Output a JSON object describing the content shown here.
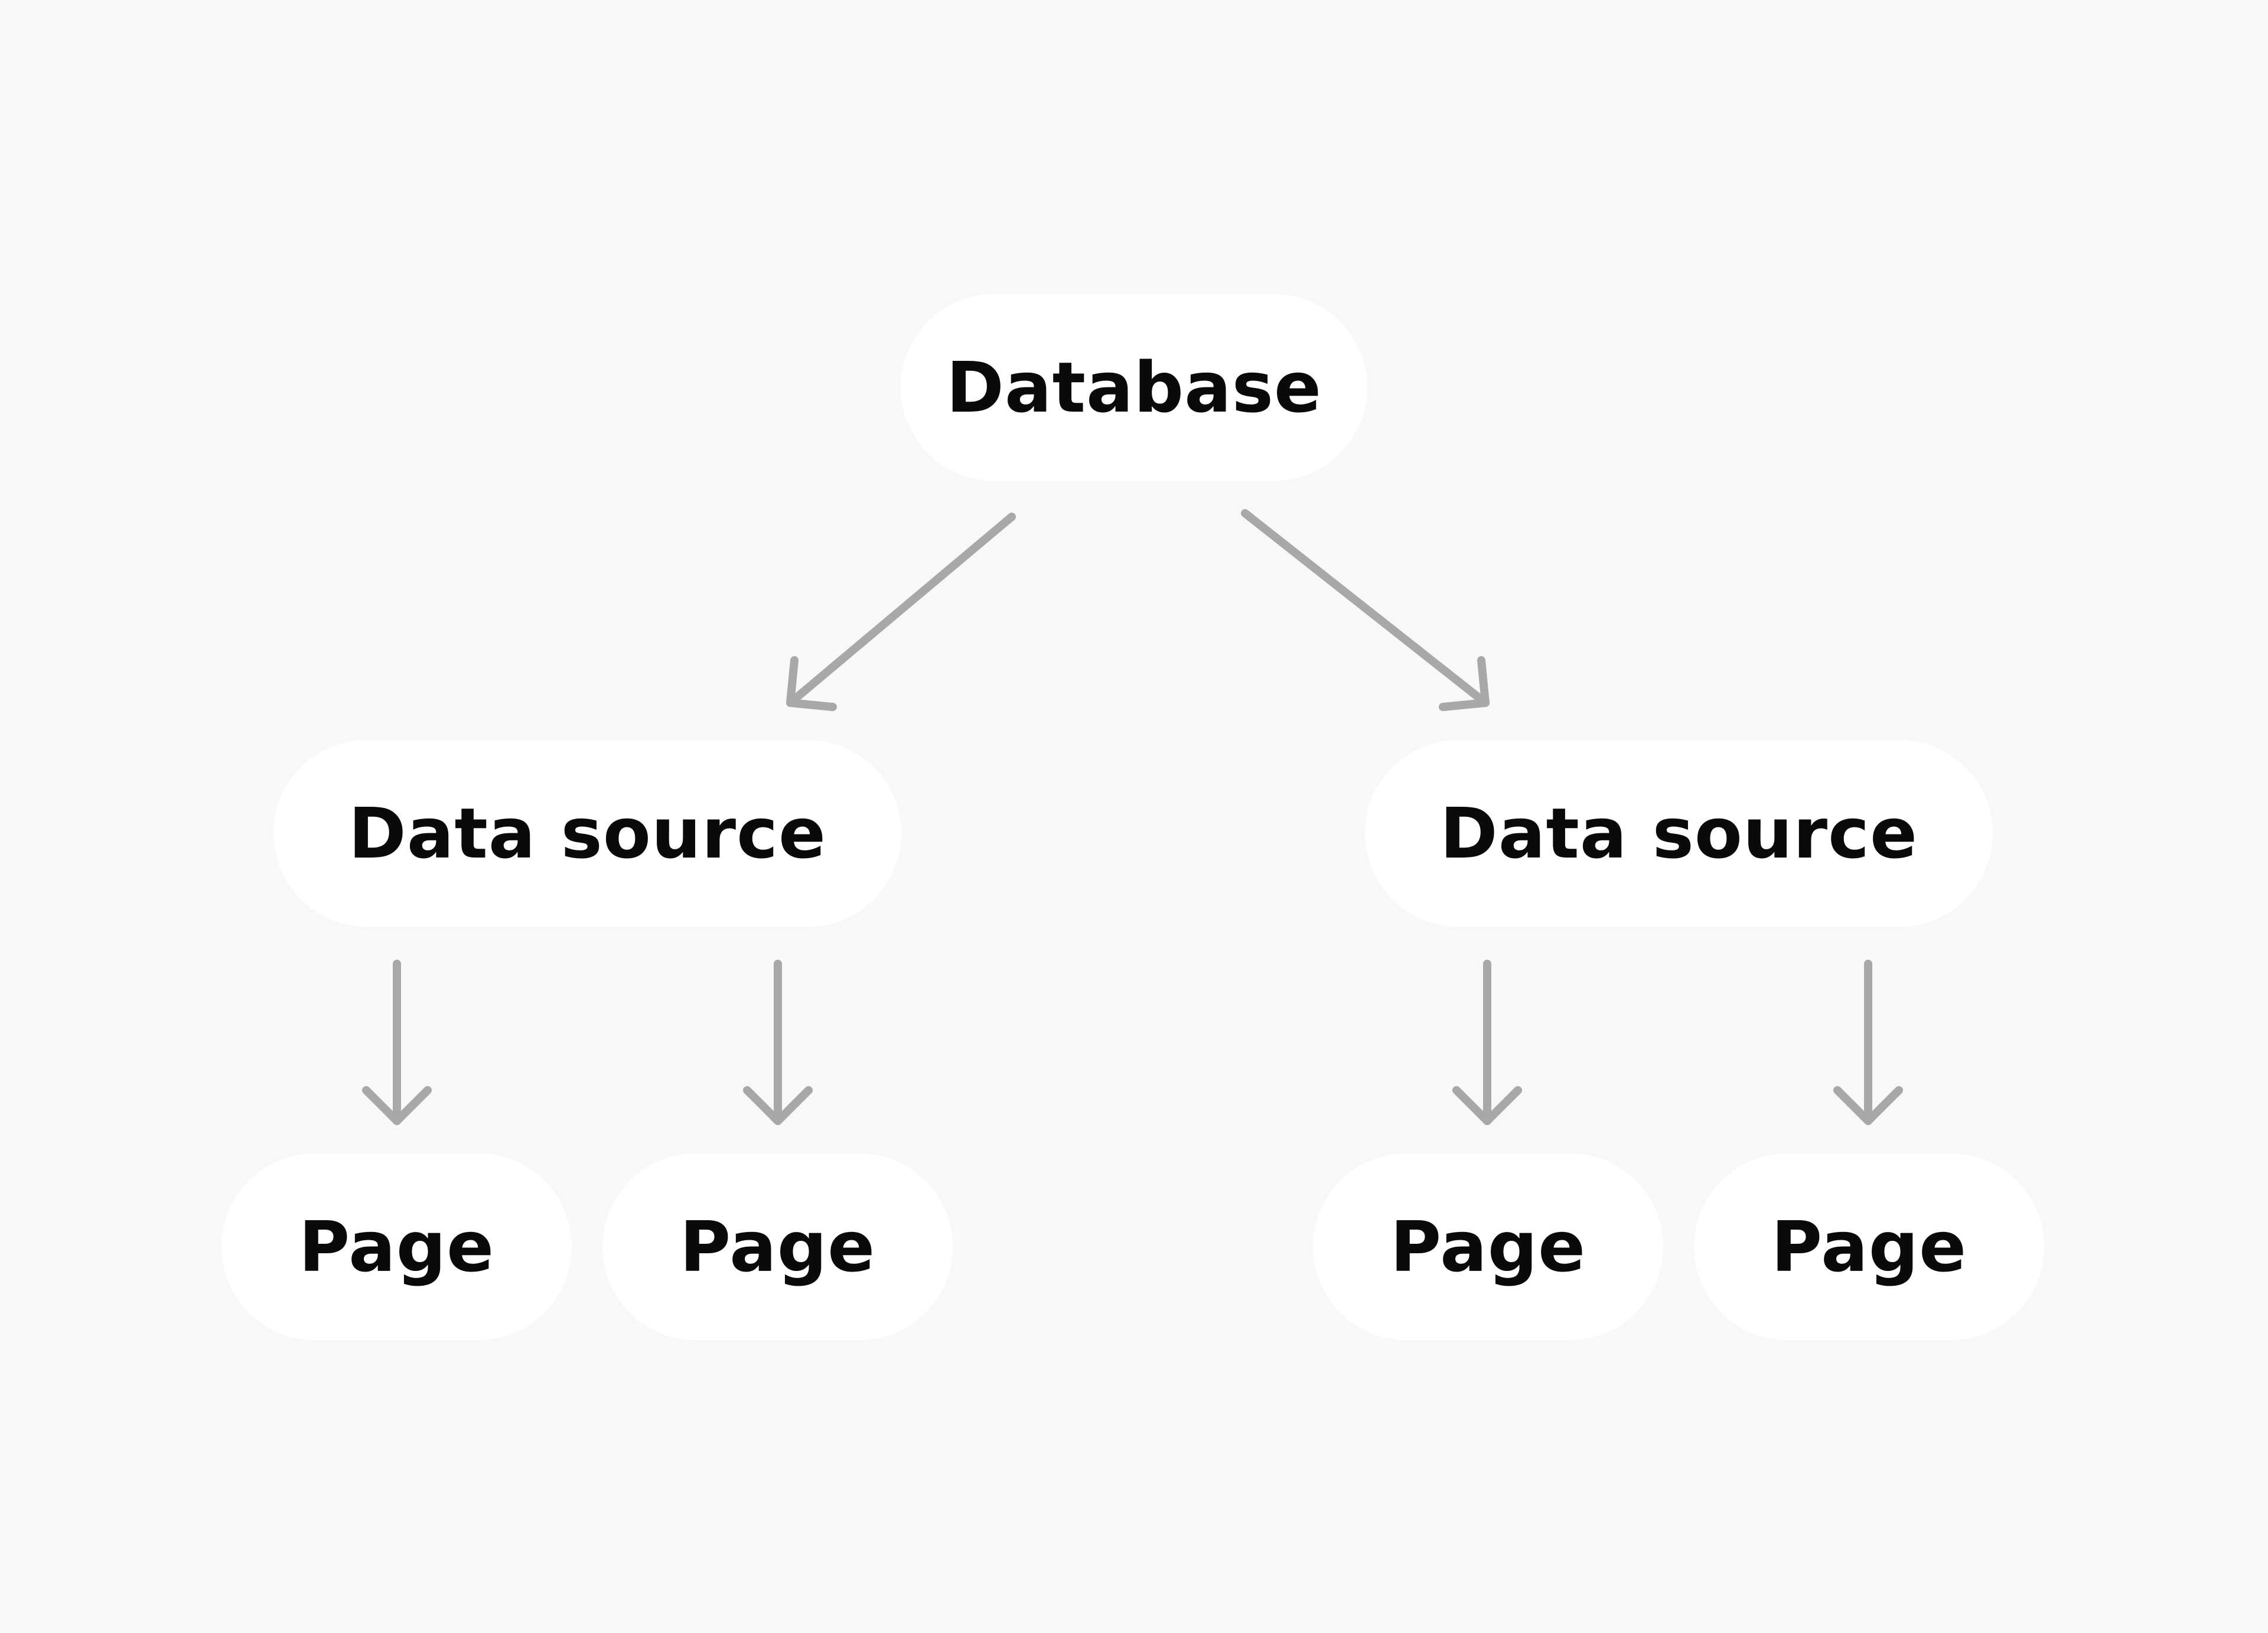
{
  "diagram": {
    "root": {
      "label": "Database"
    },
    "data_sources": [
      {
        "label": "Data source"
      },
      {
        "label": "Data source"
      }
    ],
    "pages": [
      {
        "label": "Page"
      },
      {
        "label": "Page"
      },
      {
        "label": "Page"
      },
      {
        "label": "Page"
      }
    ]
  },
  "colors": {
    "background": "#f8f8f8",
    "node_fill": "#ffffff",
    "text": "#0a0a0a",
    "arrow": "#a8a8a8"
  },
  "icons": {
    "connector": "arrow-down-icon"
  }
}
